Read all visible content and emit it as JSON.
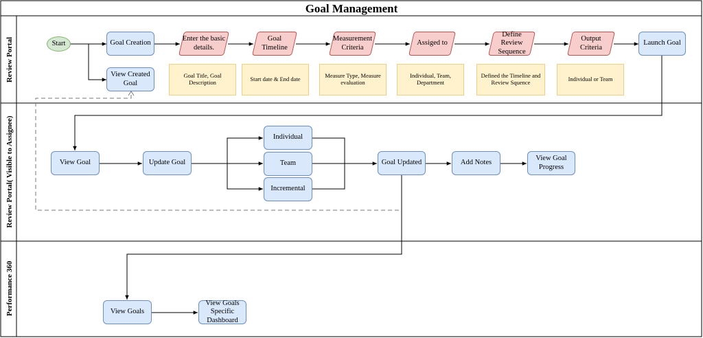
{
  "title": "Goal Management",
  "lanes": {
    "review_portal": "Review Portal",
    "review_portal_assignee": "Review Portal( Visible to Assignee)",
    "performance_360": "Performance 360"
  },
  "nodes": {
    "start": "Start",
    "goal_creation": "Goal Creation",
    "view_created_goal": "View Created Goal",
    "enter_basic_details": "Enter the basic details.",
    "goal_timeline": "Goal Timeline",
    "measurement_criteria": "Measurement Criteria",
    "assigned_to": "Assiged to",
    "define_review_sequence": "Define Review Sequence",
    "output_criteria": "Output Criteria",
    "launch_goal": "Launch Goal",
    "view_goal": "View Goal",
    "update_goal": "Update Goal",
    "individual": "Individual",
    "team": "Team",
    "incremental": "Incremental",
    "goal_updated": "Goal Updated",
    "add_notes": "Add Notes",
    "view_goal_progress": "View Goal Progress",
    "view_goals": "View Goals",
    "view_goals_dashboard": "View Goals Specific Dashboard"
  },
  "notes": {
    "basic_details": "Goal Title, Goal Description",
    "timeline": "Start date & End date",
    "measurement": "Measure Type, Measure evaluation",
    "assigned": "Individual, Team, Department",
    "review_sequence": "Defined the Timeline and Review Squence",
    "output": "Individual or Team"
  },
  "colors": {
    "process_fill": "#dae8fc",
    "process_border": "#6c8ebf",
    "input_fill": "#f8cecc",
    "input_border": "#b85450",
    "note_fill": "#fff2cc",
    "start_fill": "#d5e8d4",
    "start_border": "#82b366"
  }
}
